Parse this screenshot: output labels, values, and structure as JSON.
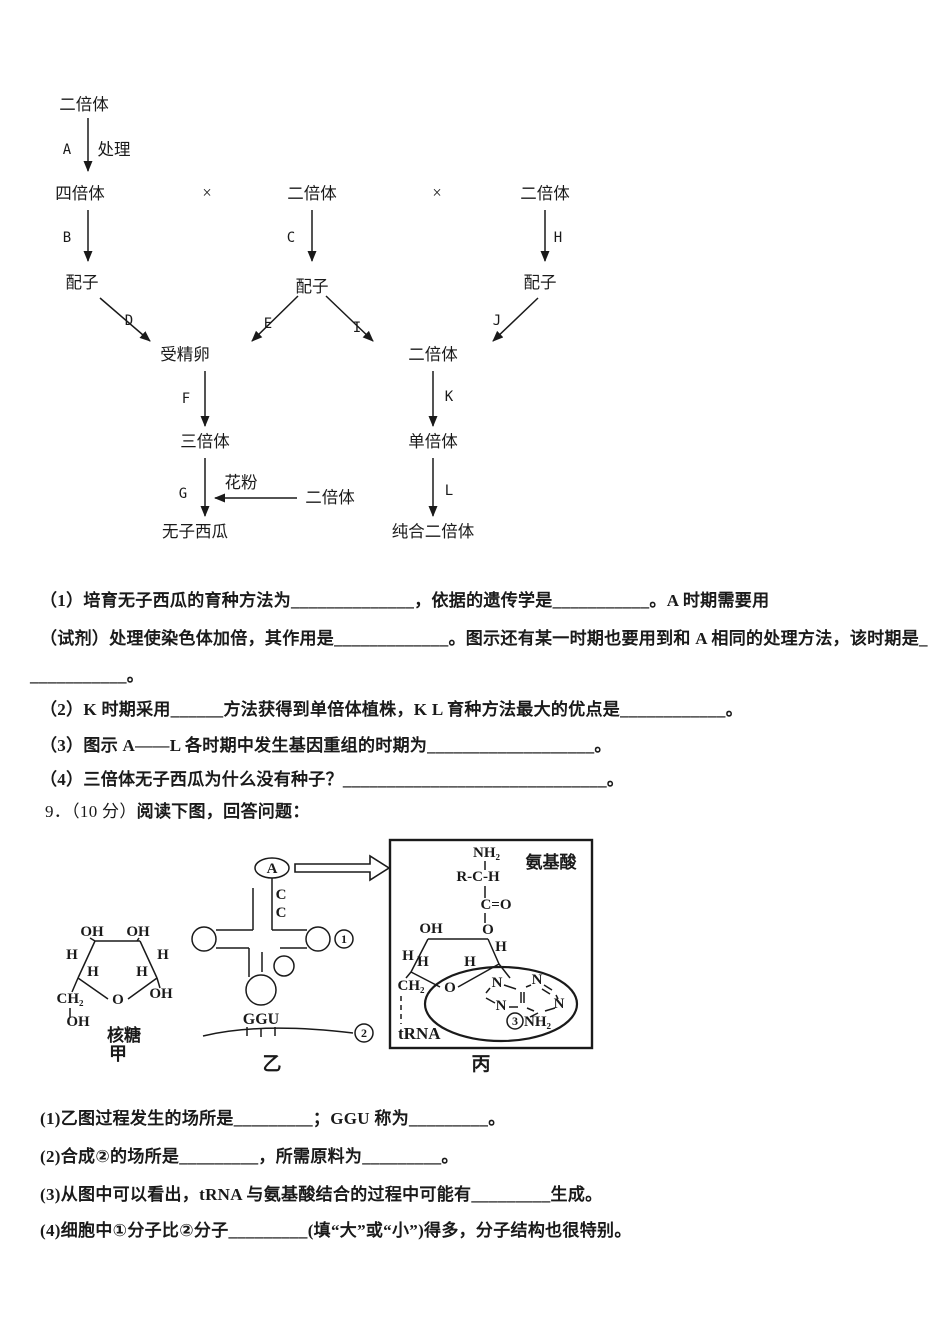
{
  "flowchart": {
    "diploid_top": "二倍体",
    "a": "A",
    "chuli": "处理",
    "tetraploid": "四倍体",
    "cross": "×",
    "diploid_mid": "二倍体",
    "diploid_right": "二倍体",
    "b": "B",
    "c": "C",
    "h": "H",
    "gamete": "配子",
    "d": "D",
    "e": "E",
    "i": "I",
    "j": "J",
    "zygote": "受精卵",
    "diploid_lower": "二倍体",
    "f": "F",
    "k": "K",
    "triploid": "三倍体",
    "haploid": "单倍体",
    "g": "G",
    "pollen": "花粉",
    "diploid_pollen": "二倍体",
    "l": "L",
    "seedless": "无子西瓜",
    "pure_diploid": "纯合二倍体"
  },
  "question8": {
    "l1": "（1）培育无子西瓜的育种方法为______________，依据的遗传学是___________。A 时期需要用",
    "l2": "（试剂）处理使染色体加倍，其作用是_____________。图示还有某一时期也要用到和 A 相同的处理方法，该时期是_",
    "l3": "___________。",
    "l4": "（2）K 时期采用______方法获得到单倍体植株，K L 育种方法最大的优点是____________。",
    "l5": "（3）图示 A——L 各时期中发生基因重组的时期为___________________。",
    "l6": "（4）三倍体无子西瓜为什么没有种子？______________________________。"
  },
  "question9": {
    "num": "9．（10 分）",
    "rest": "阅读下图，回答问题：",
    "b1": "(1)乙图过程发生的场所是_________；GGU 称为_________。",
    "b2": "(2)合成②的场所是_________，所需原料为_________。",
    "b3": "(3)从图中可以看出，tRNA 与氨基酸结合的过程中可能有_________生成。",
    "b4": "(4)细胞中①分子比②分子_________(填“大”或“小”)得多，分子结构也很特别。"
  },
  "diagram": {
    "jia": {
      "oh": "OH",
      "h": "H",
      "ch2": "CH₂",
      "o": "O",
      "ribose": "核糖",
      "jia": "甲"
    },
    "yi": {
      "a": "A",
      "c": "C",
      "ggu": "GGU",
      "one": "1",
      "two": "2",
      "yi": "乙"
    },
    "bing": {
      "nh2": "NH₂",
      "amino": "氨基酸",
      "rch": "R-C-H",
      "co": "C=O",
      "o": "O",
      "oh": "OH",
      "h": "H",
      "ch2": "CH₂",
      "n": "N",
      "three": "3",
      "trna": "tRNA",
      "bing": "丙"
    }
  }
}
